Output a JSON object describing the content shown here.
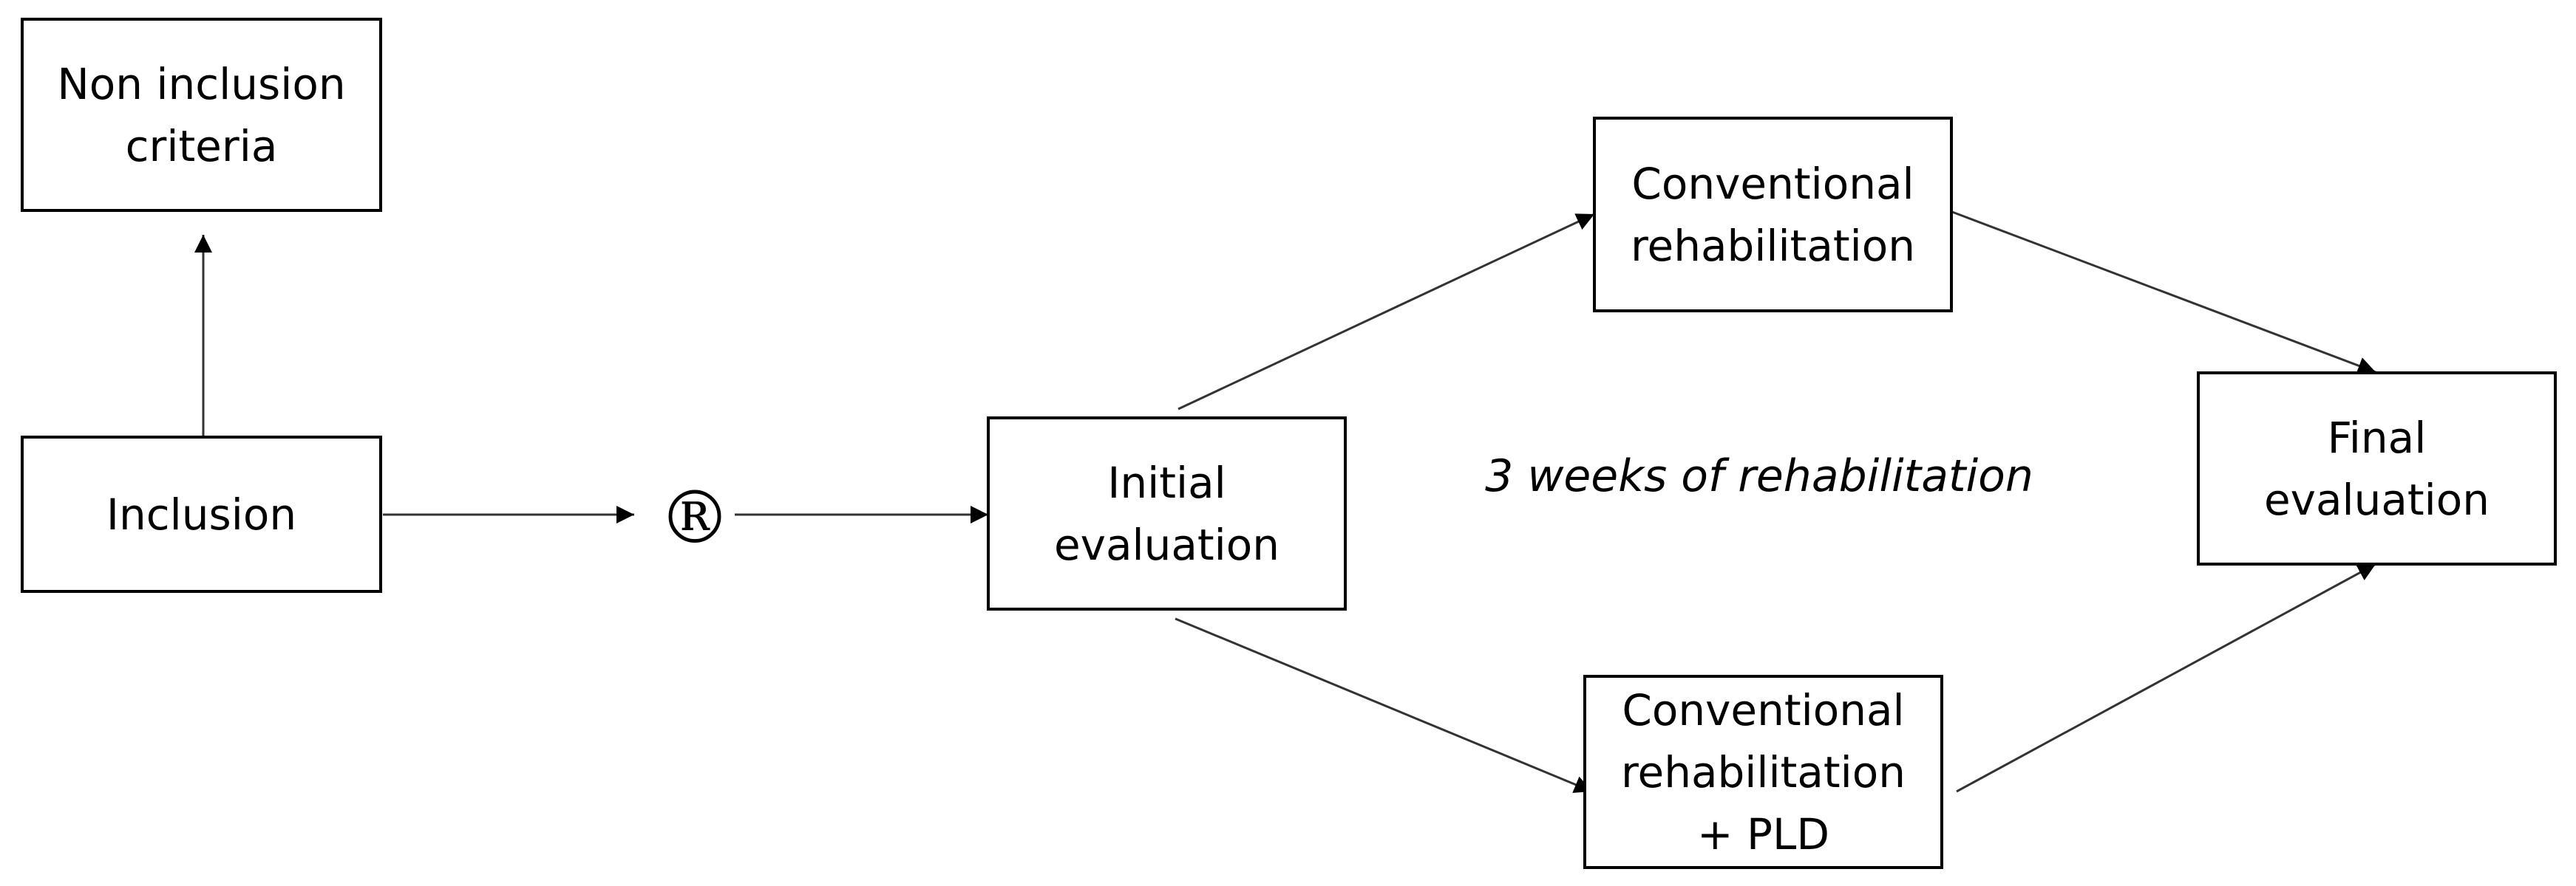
{
  "diagram": {
    "nodes": {
      "non_inclusion": {
        "lines": [
          "Non inclusion",
          "criteria"
        ]
      },
      "inclusion": {
        "lines": [
          "Inclusion"
        ]
      },
      "randomization": {
        "symbol": "®"
      },
      "initial_evaluation": {
        "lines": [
          "Initial",
          "evaluation"
        ]
      },
      "conventional": {
        "lines": [
          "Conventional",
          "rehabilitation"
        ]
      },
      "conventional_pld": {
        "lines": [
          "Conventional",
          "rehabilitation",
          "+ PLD"
        ]
      },
      "final_evaluation": {
        "lines": [
          "Final",
          "evaluation"
        ]
      }
    },
    "annotation": "3 weeks of rehabilitation",
    "edges": [
      {
        "from": "inclusion",
        "to": "non_inclusion"
      },
      {
        "from": "inclusion",
        "to": "randomization"
      },
      {
        "from": "randomization",
        "to": "initial_evaluation"
      },
      {
        "from": "initial_evaluation",
        "to": "conventional"
      },
      {
        "from": "initial_evaluation",
        "to": "conventional_pld"
      },
      {
        "from": "conventional",
        "to": "final_evaluation"
      },
      {
        "from": "conventional_pld",
        "to": "final_evaluation"
      }
    ],
    "colors": {
      "stroke": "#000000",
      "arrow_line": "#333333",
      "background": "#ffffff"
    }
  }
}
